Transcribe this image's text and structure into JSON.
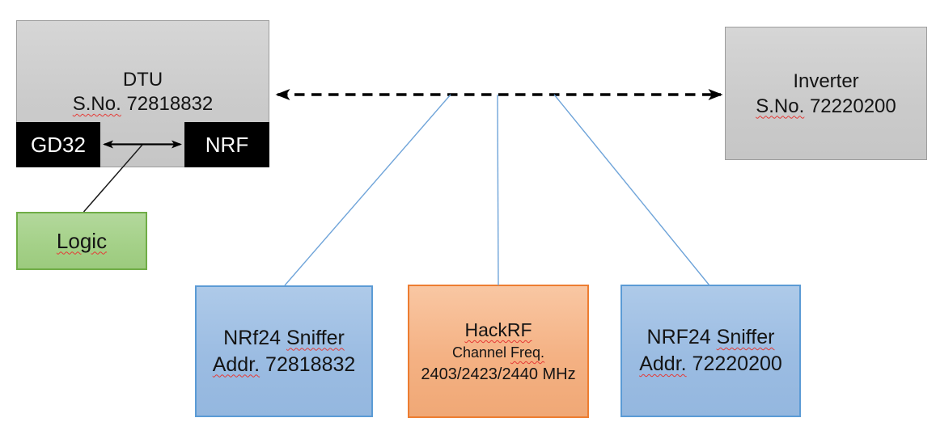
{
  "nodes": {
    "dtu": {
      "title": "DTU",
      "serial_label": "S.No.",
      "serial_value": "72818832",
      "chip_left": "GD32",
      "chip_right": "NRF"
    },
    "logic": {
      "label": "Logic"
    },
    "inverter": {
      "title": "Inverter",
      "serial_label": "S.No.",
      "serial_value": "72220200"
    },
    "sniffer_left": {
      "name": "NRf24",
      "name_word": "Sniffer",
      "addr_label": "Addr.",
      "addr_value": "72818832"
    },
    "hackrf": {
      "title": "HackRF",
      "subtitle_word1": "Channel",
      "subtitle_word2": "Freq.",
      "frequencies": "2403/2423/2440 MHz"
    },
    "sniffer_right": {
      "name": "NRF24",
      "name_word": "Sniffer",
      "addr_label": "Addr.",
      "addr_value": "72220200"
    }
  },
  "colors": {
    "device_gray_fill": "#cbcbcb",
    "device_gray_border": "#9d9d9d",
    "chip_black": "#000000",
    "chip_text": "#ffffff",
    "logic_green_fill": "#a5d189",
    "logic_green_border": "#70ad47",
    "sniffer_blue_fill": "#9bbce2",
    "sniffer_blue_border": "#5b9bd5",
    "hackrf_orange_fill": "#f4b183",
    "hackrf_orange_border": "#ed7d31",
    "connector_blue": "#6fa4d9",
    "arrow_black": "#000000",
    "spellcheck_red": "#e53935"
  }
}
